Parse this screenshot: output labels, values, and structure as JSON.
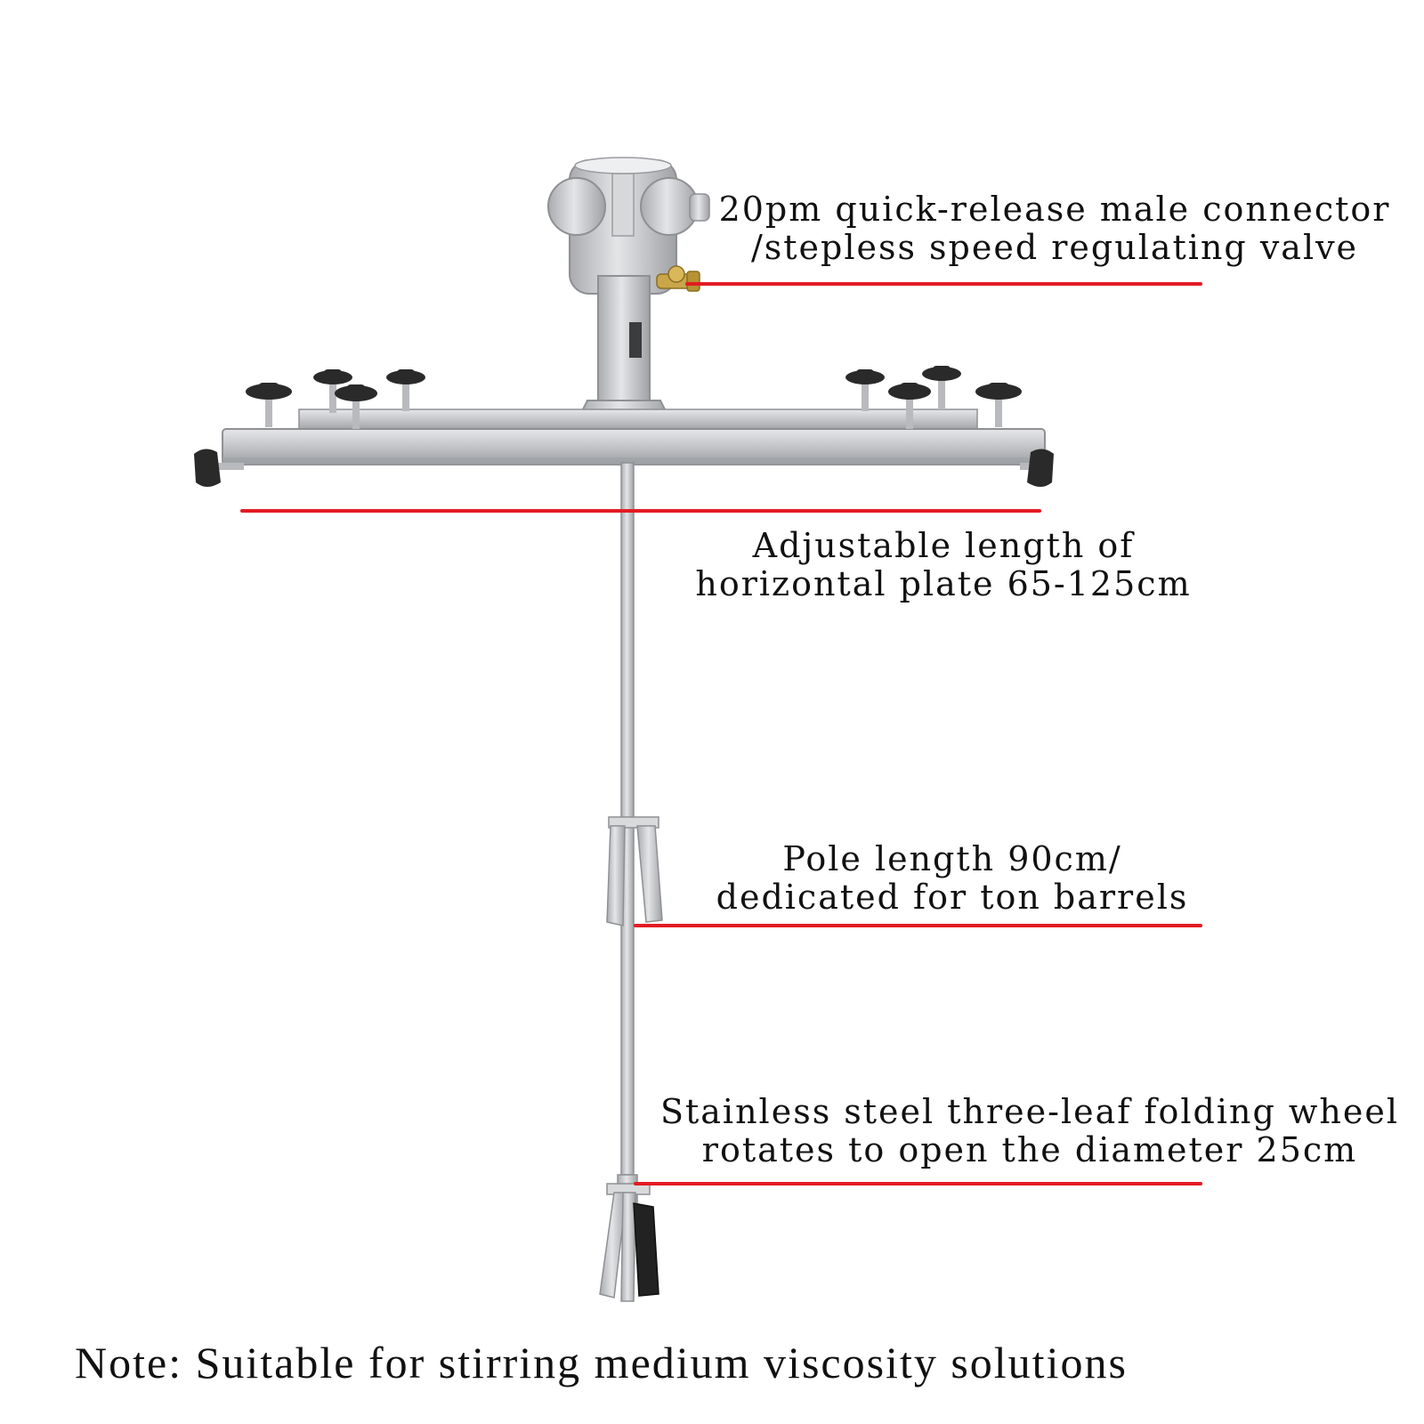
{
  "callouts": {
    "connector": {
      "line1": "20pm quick-release male connector",
      "line2": "/stepless speed regulating valve"
    },
    "plate": {
      "line1": "Adjustable length of",
      "line2": "horizontal plate 65-125cm"
    },
    "pole": {
      "line1": "Pole length 90cm/",
      "line2": "dedicated for ton barrels"
    },
    "wheel": {
      "line1": "Stainless steel three-leaf folding wheel",
      "line2": "rotates to open the diameter 25cm"
    }
  },
  "note": "Note: Suitable for stirring medium viscosity solutions",
  "colors": {
    "callout_line": "#e31b23",
    "metal": "#c4c6c9",
    "knob": "#2a2a2a",
    "background": "#ffffff"
  }
}
